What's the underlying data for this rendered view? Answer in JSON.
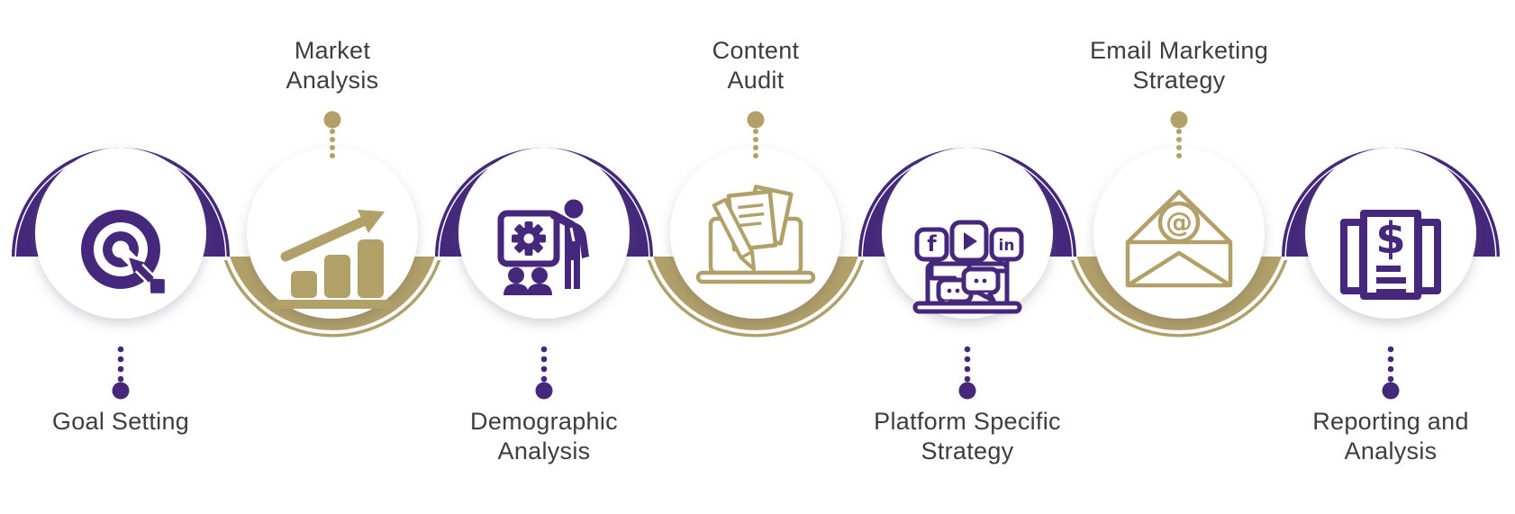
{
  "infographic": {
    "type": "process-flow-7-steps",
    "background": "#FFFFFF",
    "colors": {
      "purple_accent": "#45287B",
      "gold_accent": "#B1A068",
      "label_text": "#3D3D3D"
    },
    "stages": [
      {
        "index": 1,
        "label": "Goal Setting",
        "label_line1": "Goal Setting",
        "label_line2": "",
        "accent": "purple",
        "arc_side": "top",
        "label_position": "below",
        "icon": "target-dart-icon"
      },
      {
        "index": 2,
        "label": "Market Analysis",
        "label_line1": "Market",
        "label_line2": "Analysis",
        "accent": "gold",
        "arc_side": "bottom",
        "label_position": "above",
        "icon": "growth-bar-chart-icon"
      },
      {
        "index": 3,
        "label": "Demographic Analysis",
        "label_line1": "Demographic",
        "label_line2": "Analysis",
        "accent": "purple",
        "arc_side": "top",
        "label_position": "below",
        "icon": "presentation-audience-icon"
      },
      {
        "index": 4,
        "label": "Content Audit",
        "label_line1": "Content",
        "label_line2": "Audit",
        "accent": "gold",
        "arc_side": "bottom",
        "label_position": "above",
        "icon": "laptop-documents-pencil-icon"
      },
      {
        "index": 5,
        "label": "Platform Specific Strategy",
        "label_line1": "Platform Specific",
        "label_line2": "Strategy",
        "accent": "purple",
        "arc_side": "top",
        "label_position": "below",
        "icon": "social-platforms-laptop-icon"
      },
      {
        "index": 6,
        "label": "Email Marketing Strategy",
        "label_line1": "Email Marketing",
        "label_line2": "Strategy",
        "accent": "gold",
        "arc_side": "bottom",
        "label_position": "above",
        "icon": "open-envelope-at-icon"
      },
      {
        "index": 7,
        "label": "Reporting and Analysis",
        "label_line1": "Reporting and",
        "label_line2": "Analysis",
        "accent": "purple",
        "arc_side": "top",
        "label_position": "below",
        "icon": "financial-report-icon"
      }
    ]
  }
}
